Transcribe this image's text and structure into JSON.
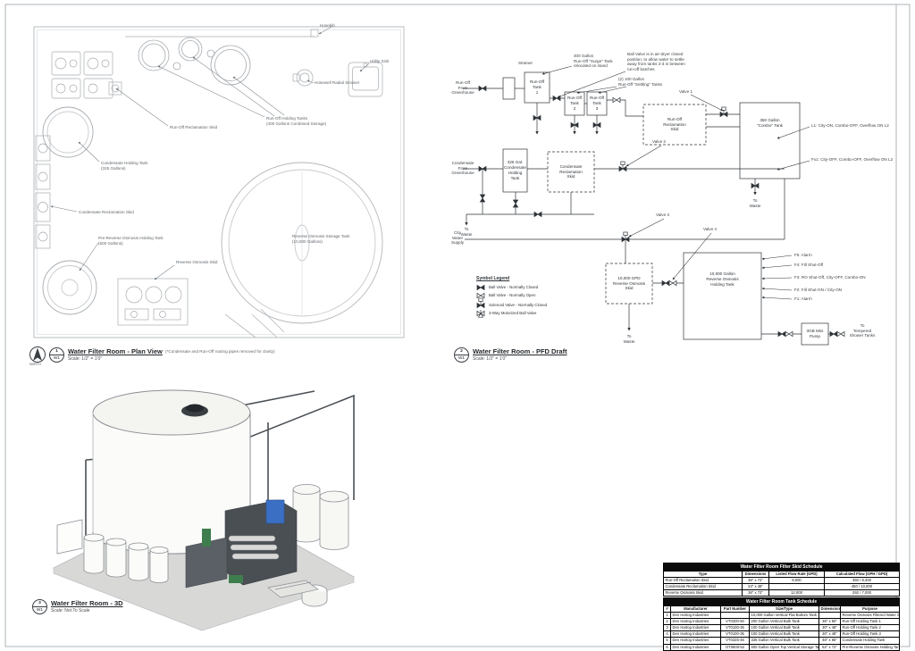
{
  "views": {
    "plan": {
      "number": "1",
      "ref": "W1",
      "title": "Water Filter Room - Plan View",
      "scale": "Scale:   1/2\" = 1'0\"",
      "note": "(*Condensate and Run-Off routing pipes removed for clarity)",
      "north": "NORTH"
    },
    "pfd": {
      "number": "2",
      "ref": "W1",
      "title": "Water Filter Room - PFD Draft",
      "scale": "Scale:   1/2\" = 1'0\""
    },
    "iso": {
      "number": "3",
      "ref": "W1",
      "title": "Water Filter Room - 3D",
      "scale": "Scale:   Not To Scale"
    }
  },
  "plan_labels": {
    "hosebib": "Hosebib",
    "utility_sink": "Utility Sink",
    "radial_strainer": "Hosewell Radial Strainer",
    "runoff_skid": "Run-Off Reclamation Skid",
    "runoff_tanks": "Run-Off Holding Tanks\n(400 Gallons Combined Storage)",
    "condensate_tank": "Condensate Holding Tank\n(325 Gallons)",
    "condensate_skid": "Condensate Reclamation Skid",
    "pre_ro_tank": "Pre-Reverse Osmosis Holding Tank\n(600 Gallons)",
    "ro_skid": "Reverse Osmosis Skid",
    "ro_storage_tank": "Reverse Osmosis Storage Tank\n(10,000 Gallons)"
  },
  "pfd": {
    "nodes": {
      "runoff_source": "Run-Off\nFrom\nGreenhouse",
      "strainer": "Strainer",
      "tank1": "Run-Off\nTank\n1",
      "tank2": "Run-Off\nTank\n2",
      "tank3": "Run-Off\nTank\n3",
      "surge_note": "400 Gallon\nRun-Off \"Surge\" Tank\nrelocated on stand",
      "ball_note": "Ball Valve is in air-dryer closed\nposition, to allow water to settle\naway from tanks 2-3 in between\nrun-off batches",
      "settling_note": "(2) 100 Gallon\nRun-Off \"Settling\" Tanks",
      "runoff_skid": "Run-Off\nReclamation\nSkid",
      "combo_tank": "350 Gallon\n\"Combo\" Tank",
      "combo_l1": "L1:  City-ON, Combo-OFF, Overflow ON L2",
      "combo_l2": "Fx1:  City-OFF, Combo-OFF, Overflow ON L2",
      "condensate_source": "Condensate\nFrom\nGreenhouse",
      "condensate_tank": "325 Gal.\nCondensate\nHolding\nTank",
      "condensate_skid": "Condensate\nReclamation\nSkid",
      "city_water": "City\nWater\nSupply",
      "ro_skid": "10,000 GPD\nReverse Osmosis\nSkid",
      "ro_tank": "10,000 Gallon\nReverse Osmosis\nHolding Tank",
      "pump": "3GB Mini\nPump",
      "to_shower": "To\nTempered\nShower Tanks",
      "waste_condensate": "To\nWaste",
      "waste_combo": "To\nWaste",
      "waste_ro": "To\nWaste",
      "valve1": "Valve 1",
      "valve2": "Valve 2",
      "valve3": "Valve 3",
      "valve4": "Valve 4",
      "f5": "F5:  Alarm",
      "f4": "F4:  Fill Shut-Off",
      "f3": "F3:  RO Shut-Off, City-OFF, Combo-ON",
      "f2": "F2:  Fill Shut-ON / City-ON",
      "f1": "F1:  Alarm"
    },
    "legend": {
      "title": "Symbol Legend",
      "items": [
        "Ball Valve - Normally Closed",
        "Ball Valve - Normally Open",
        "Solenoid Valve - Normally Closed",
        "3-Way Motorized Ball Valve"
      ]
    }
  },
  "tables": {
    "skid": {
      "title": "Water Filter Room Filter Skid Schedule",
      "headers": [
        "Type",
        "Dimensions",
        "Listed Flow Rate (GPD)",
        "Calculated Flow (GPH / GPD)"
      ],
      "rows": [
        [
          "Run-Off Reclamation Skid",
          "36\" x 72\"",
          "9,000",
          "350 / 8,400"
        ],
        [
          "Condensate Reclamation Skid",
          "24\" x 48\"",
          "",
          "450 / 10,800"
        ],
        [
          "Reverse Osmosis Skid",
          "36\" x 72\"",
          "12,000",
          "292 / 7,000"
        ]
      ]
    },
    "tank": {
      "title": "Water Filter Room Tank Schedule",
      "headers": [
        "#",
        "Manufacturer",
        "Part Number",
        "Size/Type",
        "Dimensions",
        "Purpose"
      ],
      "rows": [
        [
          "1",
          "Den Hartog Industries",
          "",
          "10,000 Gallon Vertical Flat Bottom Tank",
          "",
          "Reverse Osmosis Filtered Water Storage Tank"
        ],
        [
          "2",
          "Den Hartog Industries",
          "VT0200-50",
          "200 Gallon Vertical Bulk Tank",
          "36\" x 60\"",
          "Run-Off Holding Tank 1"
        ],
        [
          "3",
          "Den Hartog Industries",
          "VT0100-35",
          "100 Gallon Vertical Bulk Tank",
          "30\" x 48\"",
          "Run-Off Holding Tank 2"
        ],
        [
          "4",
          "Den Hartog Industries",
          "VT0100-35",
          "100 Gallon Vertical Bulk Tank",
          "30\" x 48\"",
          "Run-Off Holding Tank 3"
        ],
        [
          "5",
          "Den Hartog Industries",
          "VT0325-46",
          "325 Gallon Vertical Bulk Tank",
          "46\" x 65\"",
          "Condensate Holding Tank"
        ],
        [
          "6",
          "Den Hartog Industries",
          "OT0600-52",
          "600 Gallon Open Top Vertical Storage Tank",
          "52\" x 72\"",
          "Pre-Reverse Osmosis Holding Tank"
        ]
      ]
    }
  }
}
